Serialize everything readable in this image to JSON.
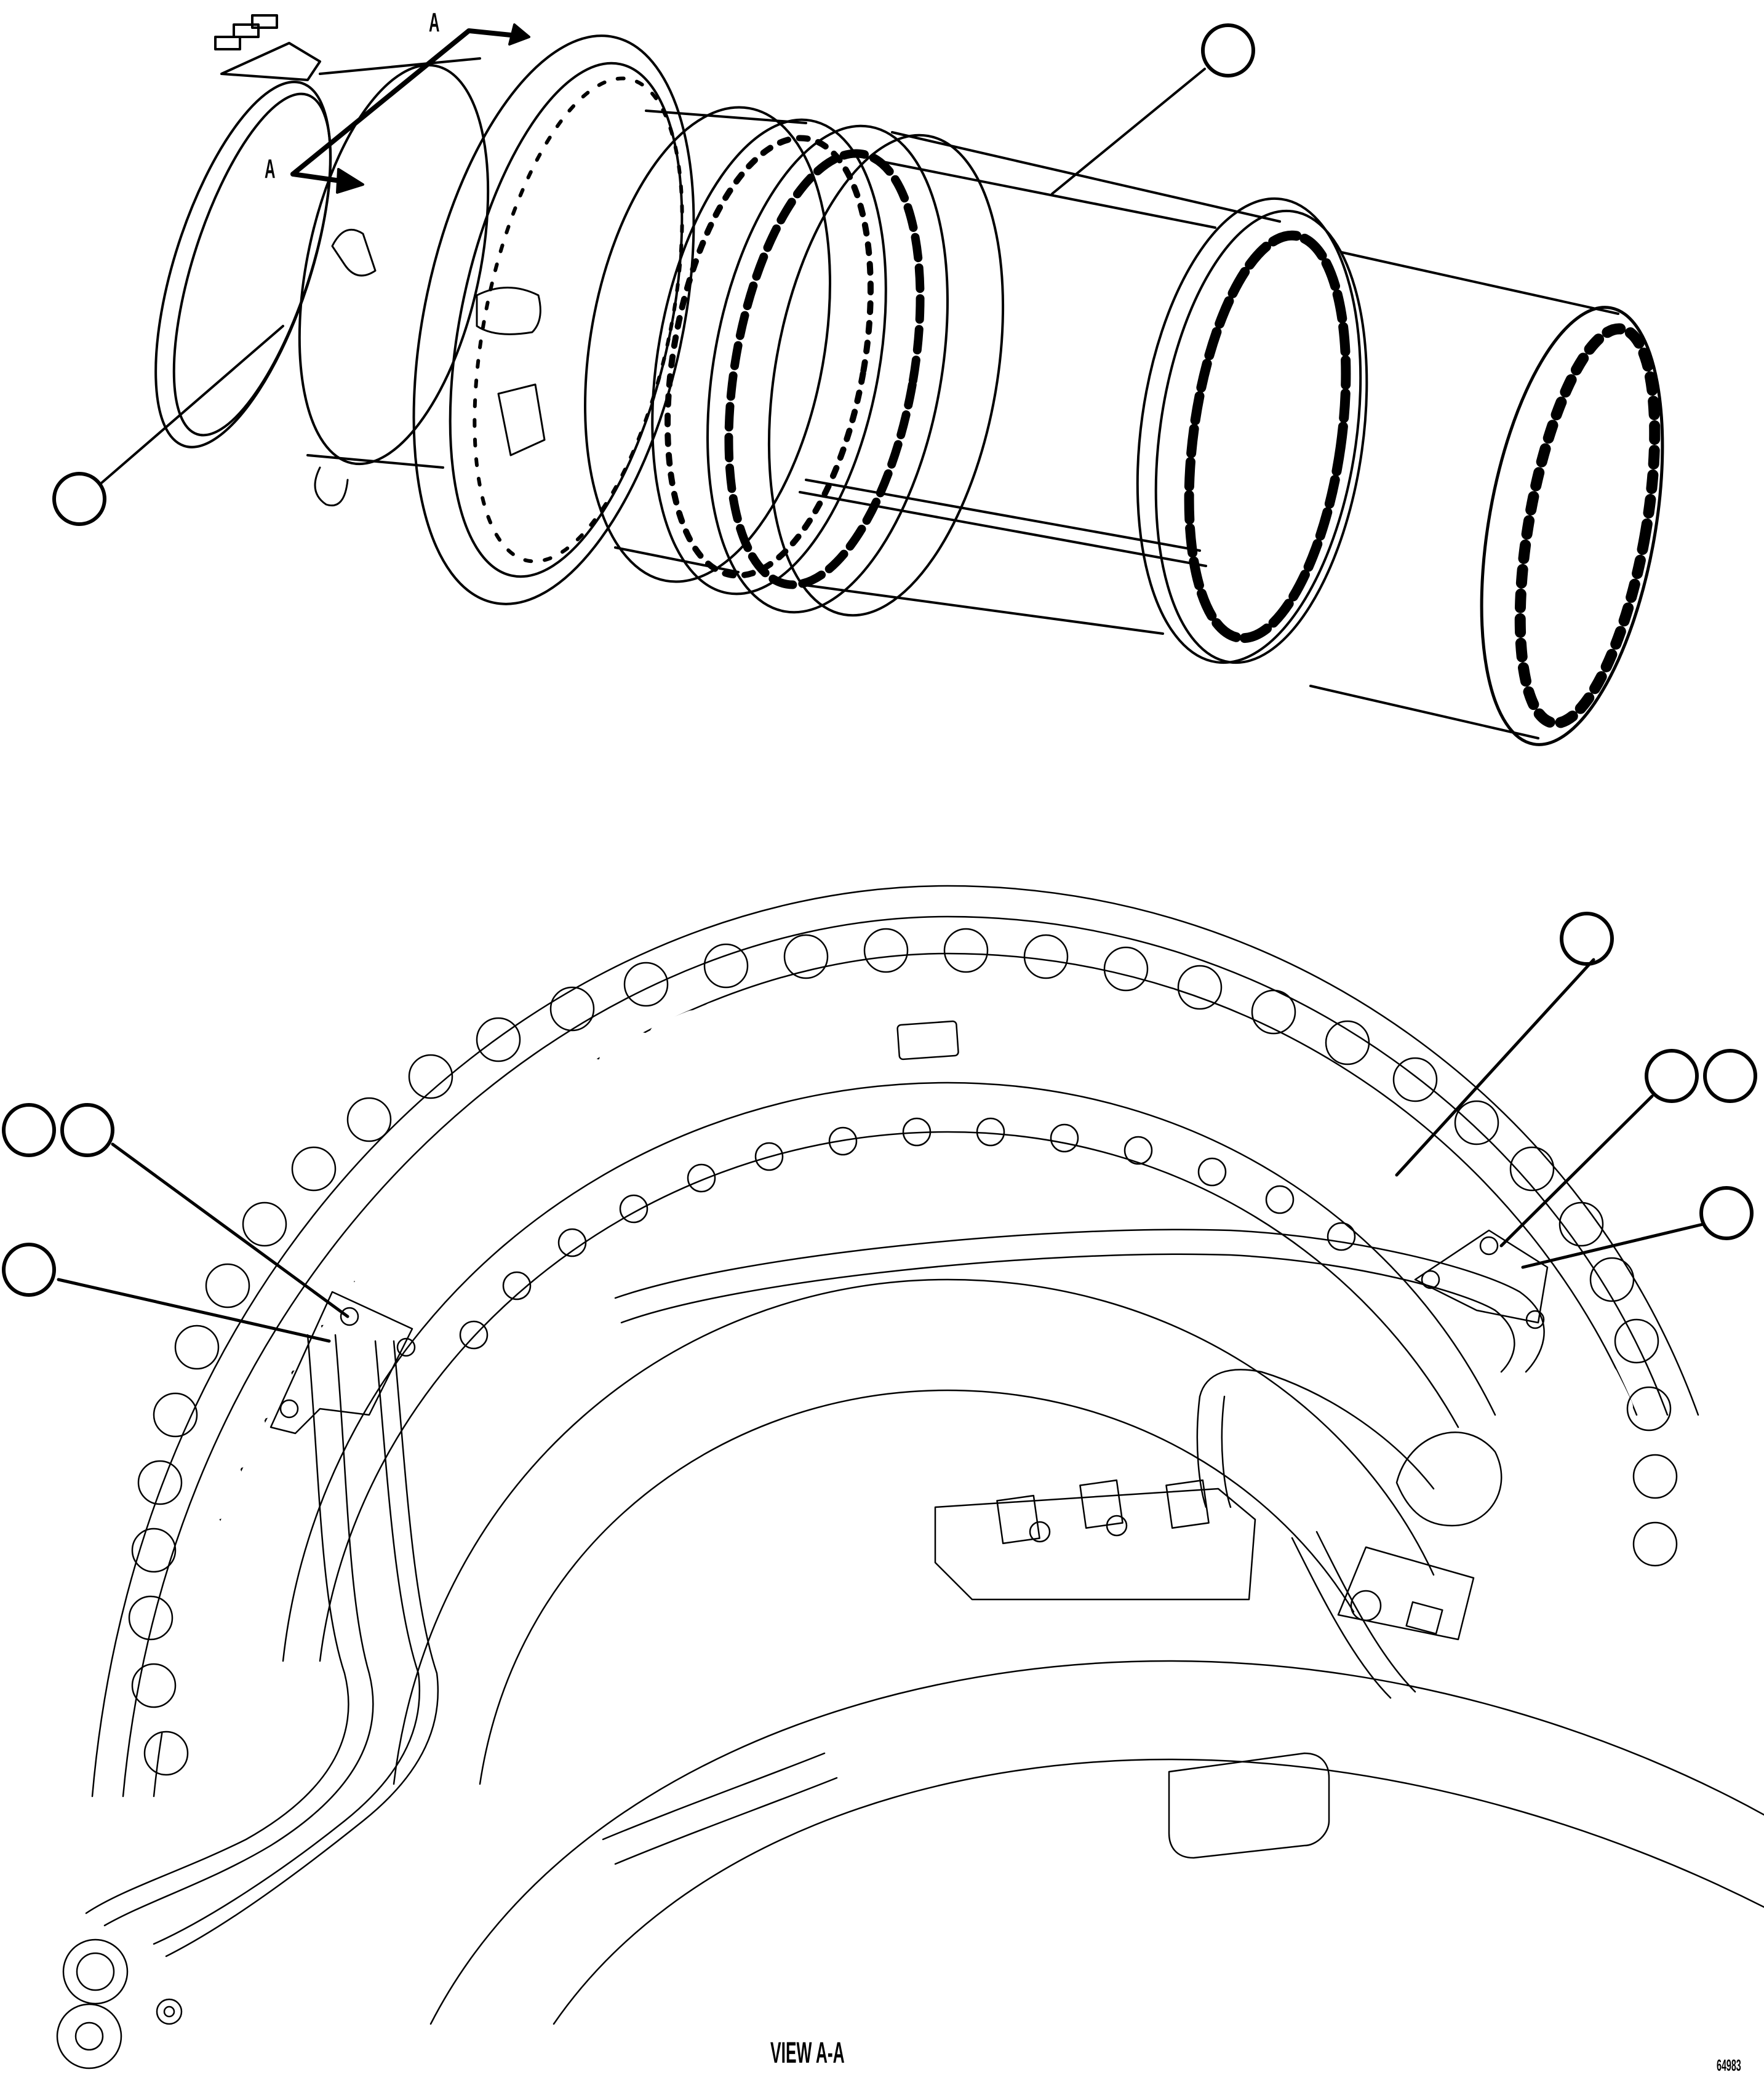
{
  "figure": {
    "figure_number": "64983",
    "line_color": "#000000",
    "background_color": "#ffffff"
  },
  "top_view": {
    "description": "Isometric view of cylindrical assembly with flanges, bolt rings and end cap",
    "section_marker": {
      "letter_top": "A",
      "letter_bottom": "A"
    },
    "callouts": [
      {
        "id": "callout-top-right",
        "label": ""
      },
      {
        "id": "callout-top-left",
        "label": ""
      }
    ]
  },
  "bottom_view": {
    "title": "VIEW A-A",
    "callouts": [
      {
        "id": "callout-left-pair-1",
        "label": ""
      },
      {
        "id": "callout-left-pair-2",
        "label": ""
      },
      {
        "id": "callout-left-single",
        "label": ""
      },
      {
        "id": "callout-right-upper",
        "label": ""
      },
      {
        "id": "callout-right-pair-1",
        "label": ""
      },
      {
        "id": "callout-right-pair-2",
        "label": ""
      },
      {
        "id": "callout-right-lower",
        "label": ""
      }
    ]
  }
}
